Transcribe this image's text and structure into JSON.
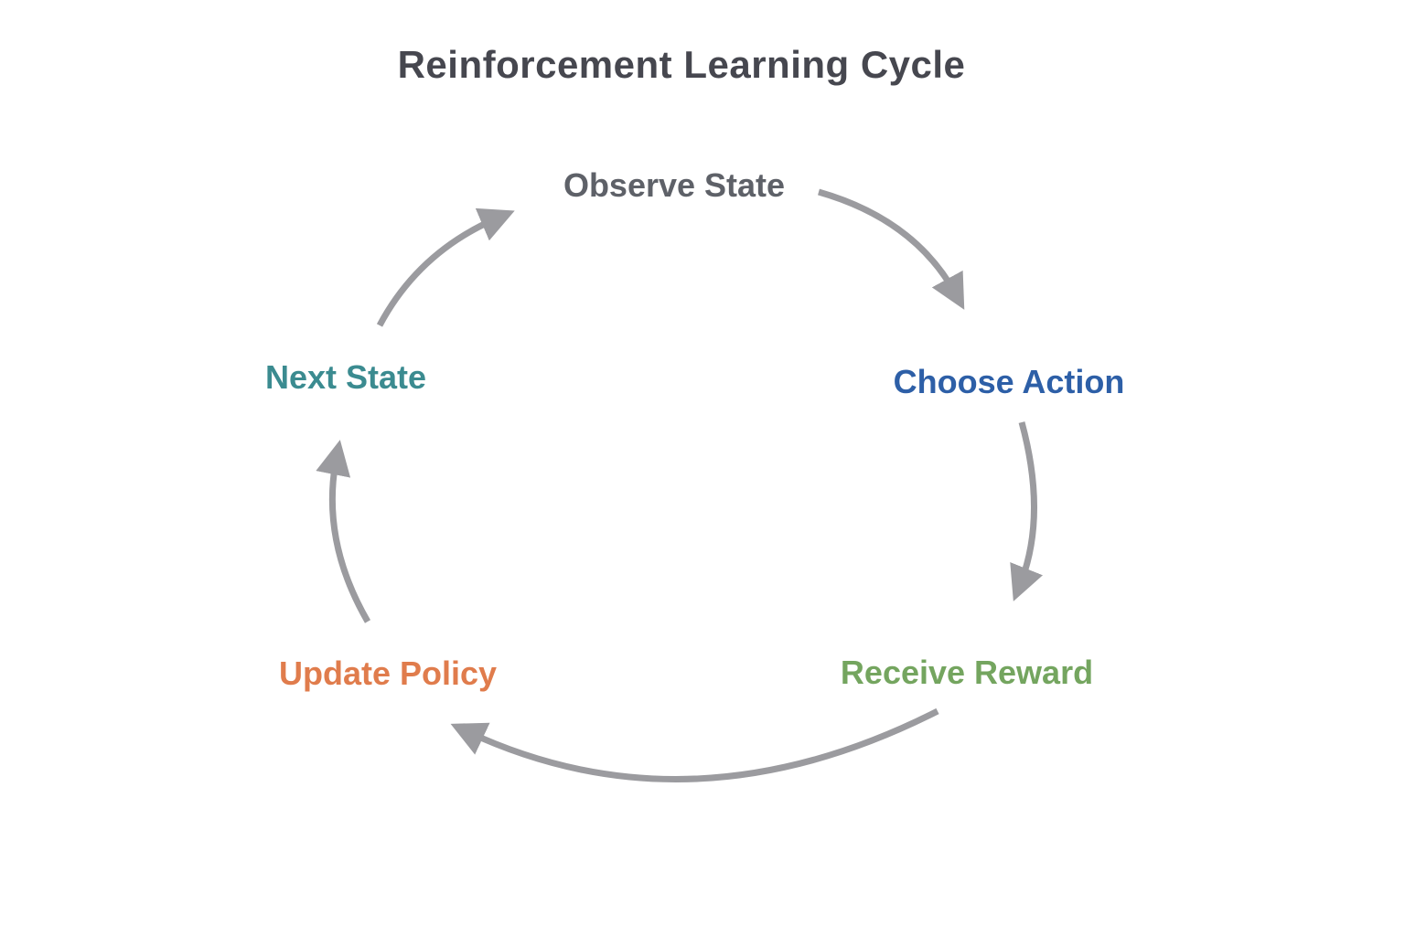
{
  "title": "Reinforcement Learning Cycle",
  "colors": {
    "title": "#46474f",
    "arrow": "#9b9b9f",
    "background": "#ffffff"
  },
  "nodes": [
    {
      "id": "observe-state",
      "label": "Observe State",
      "color": "#5e6168"
    },
    {
      "id": "choose-action",
      "label": "Choose Action",
      "color": "#2d5fa7"
    },
    {
      "id": "receive-reward",
      "label": "Receive Reward",
      "color": "#74a55f"
    },
    {
      "id": "update-policy",
      "label": "Update Policy",
      "color": "#e07c4c"
    },
    {
      "id": "next-state",
      "label": "Next State",
      "color": "#3b8b90"
    }
  ],
  "arrows": [
    {
      "from": "Observe State",
      "to": "Choose Action"
    },
    {
      "from": "Choose Action",
      "to": "Receive Reward"
    },
    {
      "from": "Receive Reward",
      "to": "Update Policy"
    },
    {
      "from": "Update Policy",
      "to": "Next State"
    },
    {
      "from": "Next State",
      "to": "Observe State"
    }
  ]
}
